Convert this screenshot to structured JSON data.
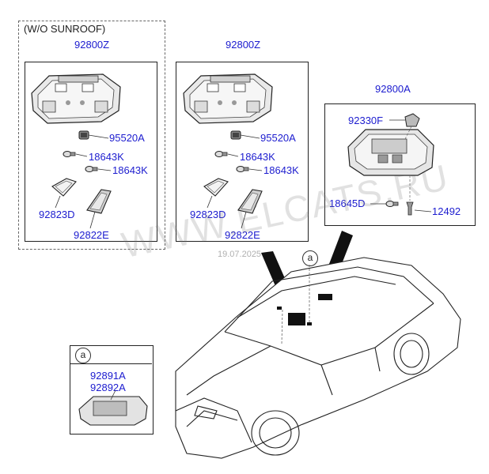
{
  "panel_left": {
    "header": "(W/O SUNROOF)",
    "labels": {
      "main": "92800Z",
      "lamp": "95520A",
      "bulb1": "18643K",
      "bulb2": "18643K",
      "lens_left": "92823D",
      "lens_right": "92822E"
    }
  },
  "panel_mid": {
    "labels": {
      "main": "92800Z",
      "lamp": "95520A",
      "bulb1": "18643K",
      "bulb2": "18643K",
      "lens_left": "92823D",
      "lens_right": "92822E"
    }
  },
  "panel_right": {
    "labels": {
      "main": "92800A",
      "clip": "92330F",
      "bulb": "18645D",
      "screw": "12492"
    }
  },
  "panel_a": {
    "callout": "a",
    "labels": {
      "part1": "92891A",
      "part2": "92892A"
    }
  },
  "car_callouts": [
    "a",
    "a"
  ],
  "watermark": "WWW.ELCATS.RU",
  "date": "19.07.2025"
}
